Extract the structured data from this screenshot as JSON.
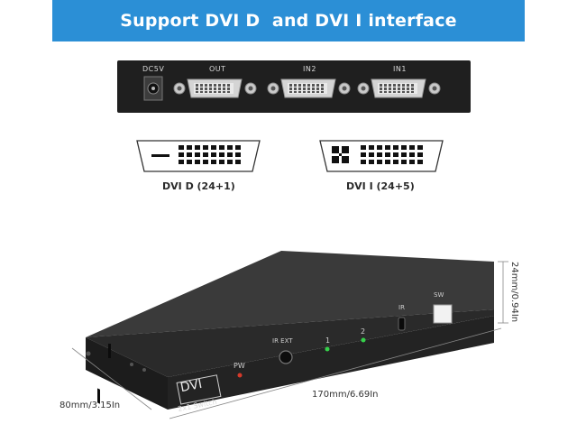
{
  "banner": {
    "title": "Support DVI D  and DVI I interface"
  },
  "rear_panel": {
    "power_label": "DC5V",
    "ports": [
      {
        "label": "OUT"
      },
      {
        "label": "IN2"
      },
      {
        "label": "IN1"
      }
    ]
  },
  "connector_types": [
    {
      "label": "DVI D (24+1)"
    },
    {
      "label": "DVI I (24+5)"
    }
  ],
  "device": {
    "brand_label": "DVI",
    "model_label": "2x1 Switch",
    "power_label": "PW",
    "ir_ext_label": "IR EXT",
    "input_1_label": "1",
    "input_2_label": "2",
    "ir_label": "IR",
    "switch_label": "SW",
    "led_power_color": "#d63a2a",
    "led_input_color": "#35d04a"
  },
  "dimensions": {
    "height": "24mm/0.94In",
    "depth": "80mm/3.15In",
    "width": "170mm/6.69In"
  },
  "colors": {
    "banner": "#2b8fd6",
    "panel": "#1f1f1f",
    "device_body": "#2b2b2b"
  }
}
